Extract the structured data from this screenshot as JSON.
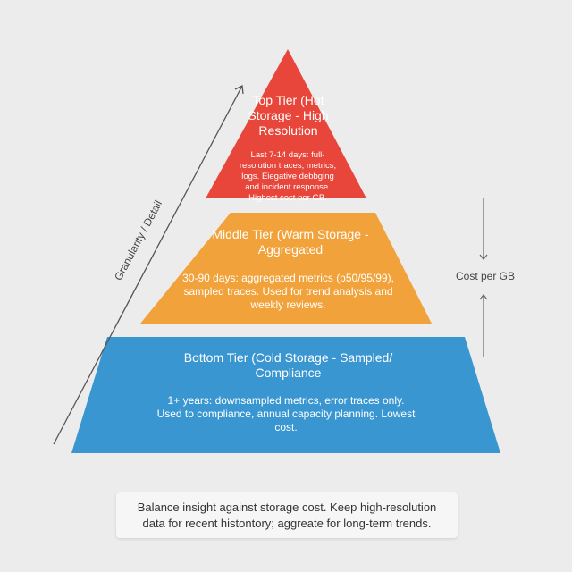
{
  "tiers": [
    {
      "title": "Top Tier (Hot Storage - High Resolution",
      "description": "Last 7-14 days: full-resolution traces, metrics, logs. Eiegative debbging and incident response. Highest cost per GB.",
      "color": "#e8463a"
    },
    {
      "title": "Middle Tier (Warm Storage - Aggregated",
      "description": "30-90 days: aggregated metrics (p50/95/99), sampled traces. Used for trend analysis and weekly reviews.",
      "color": "#f2a23a"
    },
    {
      "title": "Bottom Tier (Cold Storage - Sampled/ Compliance",
      "description": "1+ years: downsampled metrics, error traces only. Used to compliance, annual capacity planning. Lowest cost.",
      "color": "#3996d0"
    }
  ],
  "axes": {
    "granularity_label": "Granularity / Detail",
    "cost_label": "Cost per GB"
  },
  "note": "Balance insight against storage cost. Keep high-resolution data for recent histontory; aggreate for long-term trends."
}
